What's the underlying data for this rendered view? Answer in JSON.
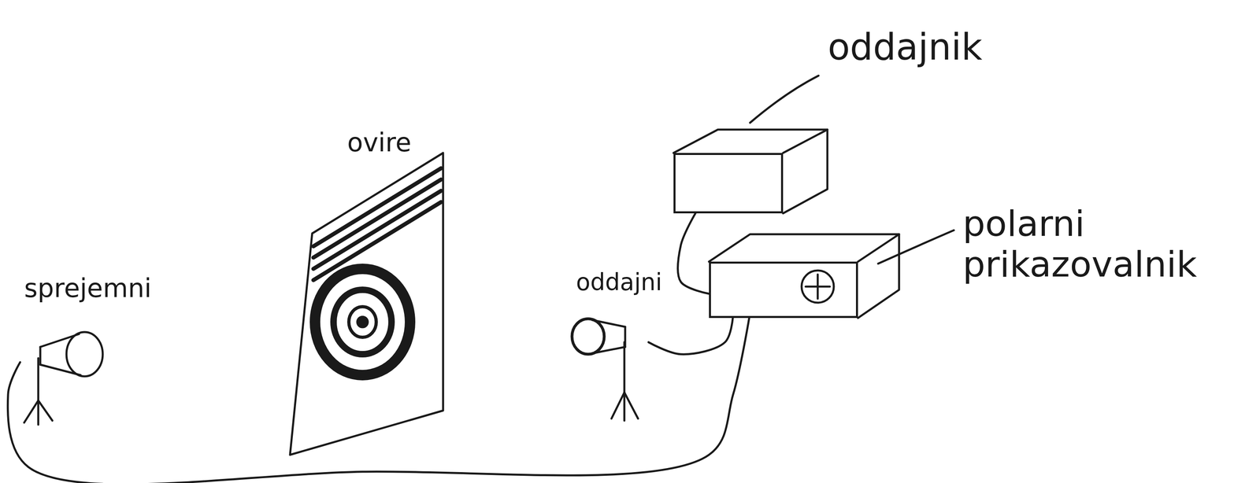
{
  "diagram": {
    "nodes": [
      {
        "text": [
          "oddajnik"
        ]
      },
      {
        "text": [
          "polarni prikazovalnik"
        ]
      },
      {
        "text": [
          "sprejemni"
        ]
      },
      {
        "text": [
          "oddajni"
        ]
      }
    ],
    "edges": [
      {
        "from": 0,
        "to": 1,
        "arrow": "none"
      },
      {
        "from": 3,
        "to": 1,
        "arrow": "none"
      },
      {
        "from": 2,
        "to": 1,
        "arrow": "none"
      }
    ],
    "labels": [
      "ovire"
    ]
  }
}
